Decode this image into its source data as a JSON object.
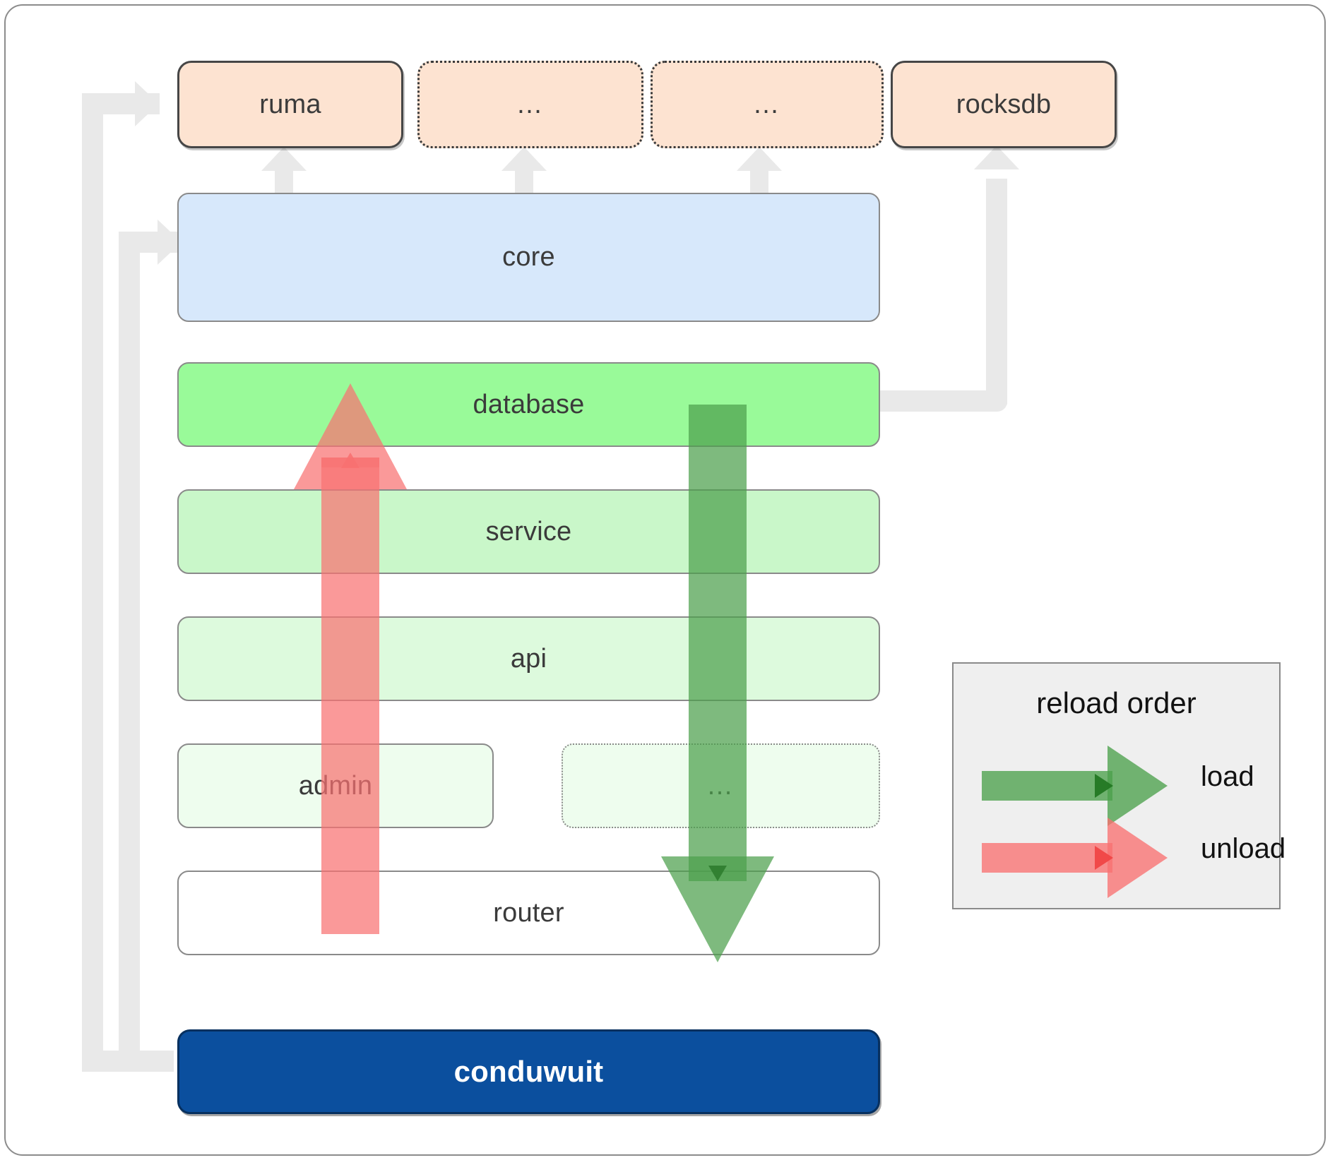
{
  "diagram": {
    "title": "conduwuit crate layering / reload order",
    "colors": {
      "dependency_fill": "#fde3d1",
      "core_fill": "#d7e8fb",
      "database_fill": "#99fa99",
      "service_fill": "#c9f7c9",
      "api_fill": "#ddfadd",
      "admin_fill": "#eefdee",
      "router_fill": "#ffffff",
      "root_fill": "#0b4f9e",
      "connector": "#e9e9e9",
      "load_arrow": "#4ca04c",
      "unload_arrow": "#f87171",
      "legend_bg": "#efefef"
    },
    "dependencies": [
      {
        "label": "ruma",
        "style": "solid"
      },
      {
        "label": "…",
        "style": "dotted"
      },
      {
        "label": "…",
        "style": "dotted"
      },
      {
        "label": "rocksdb",
        "style": "solid"
      }
    ],
    "layers": [
      {
        "label": "core",
        "style": "solid"
      },
      {
        "label": "database",
        "style": "solid"
      },
      {
        "label": "service",
        "style": "solid"
      },
      {
        "label": "api",
        "style": "solid"
      },
      {
        "label": "admin",
        "style": "solid"
      },
      {
        "label": "…",
        "style": "dotted"
      },
      {
        "label": "router",
        "style": "solid"
      }
    ],
    "root": {
      "label": "conduwuit"
    },
    "legend": {
      "title": "reload order",
      "entries": [
        {
          "label": "load",
          "direction": "down",
          "color": "#4ca04c"
        },
        {
          "label": "unload",
          "direction": "up",
          "color": "#f87171"
        }
      ]
    },
    "flows": [
      {
        "name": "unload",
        "label": "unload",
        "from": "router",
        "to": "database",
        "direction": "up"
      },
      {
        "name": "load",
        "label": "load",
        "from": "database",
        "to": "router",
        "direction": "down"
      }
    ],
    "connectors": [
      {
        "from": "conduwuit",
        "to": "ruma"
      },
      {
        "from": "conduwuit",
        "to": "core"
      },
      {
        "from": "core",
        "to": "ruma"
      },
      {
        "from": "core",
        "to": "…"
      },
      {
        "from": "core",
        "to": "…"
      },
      {
        "from": "database",
        "to": "rocksdb"
      }
    ]
  }
}
